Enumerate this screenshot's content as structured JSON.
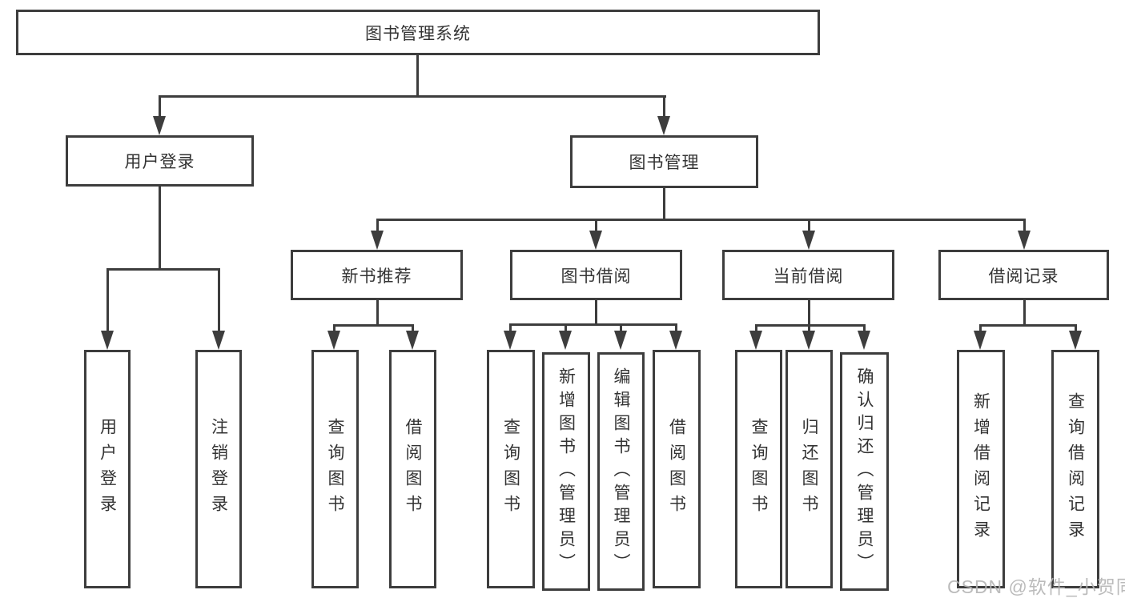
{
  "tree": {
    "root": {
      "label": "图书管理系统"
    },
    "branches": [
      {
        "label": "用户登录",
        "children": [
          {
            "label": "用户登录"
          },
          {
            "label": "注销登录"
          }
        ]
      },
      {
        "label": "图书管理",
        "groups": [
          {
            "label": "新书推荐",
            "children": [
              {
                "label": "查询图书"
              },
              {
                "label": "借阅图书"
              }
            ]
          },
          {
            "label": "图书借阅",
            "children": [
              {
                "label": "查询图书"
              },
              {
                "label": "新增图书（管理员）"
              },
              {
                "label": "编辑图书（管理员）"
              },
              {
                "label": "借阅图书"
              }
            ]
          },
          {
            "label": "当前借阅",
            "children": [
              {
                "label": "查询图书"
              },
              {
                "label": "归还图书"
              },
              {
                "label": "确认归还（管理员）"
              }
            ]
          },
          {
            "label": "借阅记录",
            "children": [
              {
                "label": "新增借阅记录"
              },
              {
                "label": "查询借阅记录"
              }
            ]
          }
        ]
      }
    ]
  },
  "watermark": {
    "text": "CSDN @软件_小贺同学"
  },
  "colors": {
    "line": "#3d3d3d",
    "text": "#333333",
    "background": "#ffffff",
    "watermark": "#b4b4b4"
  }
}
